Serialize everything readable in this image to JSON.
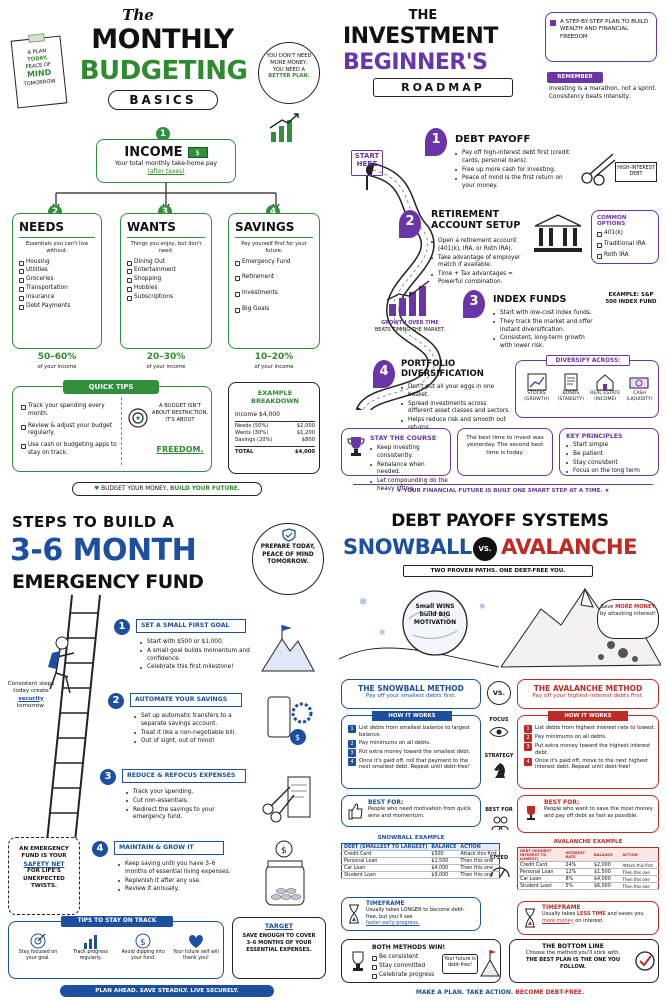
{
  "budget": {
    "title_the": "The",
    "title_monthly": "MONTHLY",
    "title_budgeting": "BUDGETING",
    "title_basics": "BASICS",
    "note_plan": "A PLAN TODAY, PEACE OF MIND TOMORROW.",
    "note_plan_a": "A PLAN",
    "note_plan_today": "TODAY,",
    "note_plan_peace": "PEACE OF",
    "note_plan_mind": "MIND",
    "note_plan_tomorrow": "TOMORROW.",
    "bubble_1": "YOU DON'T NEED MORE MONEY, YOU NEED A",
    "bubble_2": "BETTER PLAN.",
    "income_label": "INCOME",
    "income_desc": "Your total monthly take-home pay",
    "income_after": "(after taxes)",
    "needs": {
      "title": "NEEDS",
      "desc": "Essentials you can't live without.",
      "items": [
        "Housing",
        "Utilities",
        "Groceries",
        "Transportation",
        "Insurance",
        "Debt Payments"
      ],
      "pct": "50–60%",
      "sub": "of your income"
    },
    "wants": {
      "title": "WANTS",
      "desc": "Things you enjoy, but don't need.",
      "items": [
        "Dining Out",
        "Entertainment",
        "Shopping",
        "Hobbies",
        "Subscriptions"
      ],
      "pct": "20–30%",
      "sub": "of your income"
    },
    "savings": {
      "title": "SAVINGS",
      "desc": "Pay yourself first for your future.",
      "items": [
        "Emergency Fund",
        "Retirement",
        "Investments",
        "Big Goals"
      ],
      "pct": "10–20%",
      "sub": "of your income"
    },
    "tips_title": "QUICK TIPS",
    "tips": [
      "Track your spending every month.",
      "Review & adjust your budget regularly.",
      "Use cash or budgeting apps to stay on track."
    ],
    "quote_1": "A BUDGET ISN'T ABOUT RESTRICTION, IT'S ABOUT",
    "quote_2": "FREEDOM.",
    "example_title": "EXAMPLE BREAKDOWN",
    "example_income": "Income  $4,000",
    "example_rows": [
      [
        "Needs (50%)",
        "$2,000"
      ],
      [
        "Wants (30%)",
        "$1,200"
      ],
      [
        "Savings (20%)",
        "$800"
      ]
    ],
    "example_total": [
      "TOTAL",
      "$4,000"
    ],
    "footer_1": "BUDGET YOUR MONEY,",
    "footer_2": "BUILD YOUR FUTURE."
  },
  "invest": {
    "title_the": "THE",
    "title_investment": "INVESTMENT",
    "title_beginners": "BEGINNER'S",
    "title_roadmap": "ROADMAP",
    "tagline": "A STEP-BY-STEP PLAN TO BUILD WEALTH AND FINANCIAL FREEDOM",
    "remember_title": "REMEMBER",
    "remember_text": "Investing is a marathon, not a sprint. Consistency beats intensity.",
    "start_here": "START HERE",
    "step1": {
      "title": "DEBT PAYOFF",
      "items": [
        "Pay off high-interest debt first (credit cards, personal loans).",
        "Free up more cash for investing.",
        "Peace of mind is the first return on your money."
      ],
      "tag": "HIGH-INTEREST DEBT"
    },
    "step2": {
      "title1": "RETIREMENT",
      "title2": "ACCOUNT SETUP",
      "items": [
        "Open a retirement account (401(k), IRA, or Roth IRA).",
        "Take advantage of employer match if available.",
        "Time + Tax advantages = Powerful combination."
      ]
    },
    "options_title": "COMMON OPTIONS",
    "options": [
      "401(k)",
      "Traditional IRA",
      "Roth IRA"
    ],
    "step3": {
      "title": "INDEX FUNDS",
      "items": [
        "Start with low-cost index funds.",
        "They track the market and offer instant diversification.",
        "Consistent, long-term growth with lower risk."
      ]
    },
    "growth_1": "GROWTH OVER TIME",
    "growth_2": "BEATS TIMING THE MARKET.",
    "example_idx": "EXAMPLE: S&P 500 INDEX FUND",
    "step4": {
      "title1": "PORTFOLIO",
      "title2": "DIVERSIFICATION",
      "items": [
        "Don't put all your eggs in one basket.",
        "Spread investments across different asset classes and sectors.",
        "Helps reduce risk and smooth out returns."
      ]
    },
    "diversify_title": "DIVERSIFY ACROSS:",
    "assets": [
      [
        "STOCKS",
        "(GROWTH)"
      ],
      [
        "BONDS",
        "(STABILITY)"
      ],
      [
        "REAL ESTATE",
        "(INCOME)"
      ],
      [
        "CASH",
        "(LIQUIDITY)"
      ]
    ],
    "course_title": "STAY THE COURSE",
    "course_items": [
      "Keep investing consistently.",
      "Rebalance when needed.",
      "Let compounding do the heavy lifting."
    ],
    "quote": "The best time to invest was yesterday. The second best time is today.",
    "principles_title": "KEY PRINCIPLES",
    "principles": [
      "Start simple",
      "Be patient",
      "Stay consistent",
      "Focus on the long term"
    ],
    "footer": "YOUR FINANCIAL FUTURE IS BUILT ONE SMART STEP AT A TIME."
  },
  "emergency": {
    "title_steps": "STEPS TO BUILD A",
    "title_month": "3-6 MONTH",
    "title_fund": "EMERGENCY FUND",
    "shield_text": "PREPARE TODAY, PEACE OF MIND TOMORROW.",
    "side_note_1": "Consistent steps today create",
    "side_note_2": "security",
    "side_note_3": "tomorrow.",
    "steps": [
      {
        "n": "1",
        "title": "SET A SMALL FIRST GOAL",
        "items": [
          "Start with $500 or $1,000.",
          "A small goal builds momentum and confidence.",
          "Celebrate this first milestone!"
        ]
      },
      {
        "n": "2",
        "title": "AUTOMATE YOUR SAVINGS",
        "items": [
          "Set up automatic transfers to a separate savings account.",
          "Treat it like a non-negotiable bill.",
          "Out of sight, out of mind!"
        ]
      },
      {
        "n": "3",
        "title": "REDUCE & REFOCUS EXPENSES",
        "items": [
          "Track your spending.",
          "Cut non-essentials.",
          "Redirect the savings to your emergency fund."
        ]
      },
      {
        "n": "4",
        "title": "MAINTAIN & GROW IT",
        "items": [
          "Keep saving until you have 3–6 months of essential living expenses.",
          "Replenish it after any use.",
          "Review it annually."
        ]
      }
    ],
    "safety_1": "AN EMERGENCY FUND IS YOUR",
    "safety_2": "SAFETY NET",
    "safety_3": "FOR LIFE'S UNEXPECTED TWISTS.",
    "tips_title": "TIPS TO STAY ON TRACK",
    "tips": [
      "Stay focused on your goal.",
      "Track progress regularly.",
      "Avoid dipping into your fund.",
      "Your future self will thank you!"
    ],
    "target_title": "TARGET",
    "target_text": "SAVE ENOUGH TO COVER 3–6 MONTHS OF YOUR ESSENTIAL EXPENSES.",
    "footer": "PLAN AHEAD. SAVE STEADILY. LIVE SECURELY."
  },
  "debt": {
    "title_1": "DEBT PAYOFF SYSTEMS",
    "title_snowball": "SNOWBALL",
    "title_vs": "VS.",
    "title_avalanche": "AVALANCHE",
    "subtitle": "TWO PROVEN PATHS. ONE DEBT-FREE YOU.",
    "snow_ball_text": "Small WINS build BIG MOTIVATION",
    "aval_bubble_1": "Save",
    "aval_bubble_2": "MORE MONEY",
    "aval_bubble_3": "by attacking interest!",
    "snow_method": "THE SNOWBALL METHOD",
    "snow_method_sub": "Pay off your smallest debts first.",
    "aval_method": "THE AVALANCHE METHOD",
    "aval_method_sub": "Pay off your highest-interest debts first.",
    "vs_small": "VS.",
    "how_title": "HOW IT WORKS",
    "snow_steps": [
      "List debts from smallest balance to largest balance.",
      "Pay minimums on all debts.",
      "Put extra money toward the smallest debt.",
      "Once it's paid off, roll that payment to the next smallest debt. Repeat until debt-free!"
    ],
    "aval_steps": [
      "List debts from highest interest rate to lowest.",
      "Pay minimums on all debts.",
      "Put extra money toward the highest interest debt.",
      "Once it's paid off, move to the next highest interest debt. Repeat until debt-free!"
    ],
    "mid_labels": [
      "FOCUS",
      "STRATEGY",
      "BEST FOR",
      "SPEED"
    ],
    "best_for_title": "BEST FOR:",
    "snow_best": "People who need motivation from quick wins and momentum.",
    "aval_best": "People who want to save the most money and pay off debt as fast as possible.",
    "snow_example_title": "SNOWBALL EXAMPLE",
    "aval_example_title": "AVALANCHE EXAMPLE",
    "snow_table_head": [
      "DEBT (SMALLEST TO LARGEST)",
      "BALANCE",
      "ACTION"
    ],
    "snow_table": [
      [
        "Credit Card",
        "$500",
        "Attack this first"
      ],
      [
        "Personal Loan",
        "$1,500",
        "Then this one"
      ],
      [
        "Car Loan",
        "$4,000",
        "Then this one"
      ],
      [
        "Student Loan",
        "$9,000",
        "Then this one"
      ]
    ],
    "aval_table_head": [
      "DEBT (HIGHEST INTEREST TO LOWEST)",
      "INTEREST RATE",
      "BALANCE",
      "ACTION"
    ],
    "aval_table": [
      [
        "Credit Card",
        "24%",
        "$2,000",
        "Attack this first"
      ],
      [
        "Personal Loan",
        "12%",
        "$1,500",
        "Then this one"
      ],
      [
        "Car Loan",
        "8%",
        "$4,000",
        "Then this one"
      ],
      [
        "Student Loan",
        "5%",
        "$6,000",
        "Then this one"
      ]
    ],
    "timeframe_title": "TIMEFRAME",
    "snow_time_1": "Usually takes LONGER to become debt-free, but you'll see",
    "snow_time_2": "faster early progress.",
    "aval_time_1": "Usually takes",
    "aval_time_2": "LESS TIME",
    "aval_time_3": "and saves you",
    "aval_time_4": "more money",
    "aval_time_5": "on interest.",
    "both_title": "BOTH METHODS WIN!",
    "both_items": [
      "Be consistent",
      "Stay committed",
      "Celebrate progress"
    ],
    "both_flag": "Your future is debt-free!",
    "bottom_title": "THE BOTTOM LINE",
    "bottom_text": "Choose the method you'll stick with.",
    "bottom_strong": "THE BEST PLAN IS THE ONE YOU FOLLOW.",
    "footer_1": "MAKE A PLAN. TAKE ACTION.",
    "footer_2": "BECOME DEBT-FREE."
  },
  "colors": {
    "green": "#2f8f3a",
    "purple": "#6a35a8",
    "blue": "#1c4fa0",
    "red": "#c02a25"
  }
}
